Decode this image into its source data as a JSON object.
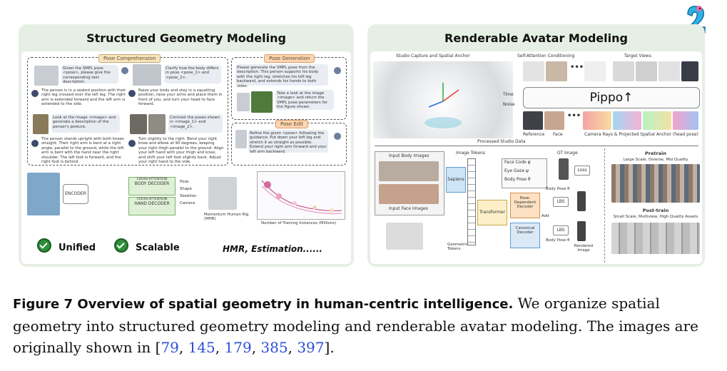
{
  "left_panel": {
    "title": "Structured Geometry Modeling",
    "tags": {
      "comprehension": "Pose Comprehension",
      "generation": "Pose Generation",
      "edit": "Pose Edit"
    },
    "texts": {
      "c1": "Given the SMPL pose <pose>, please give the corresponding text description.",
      "c2": "Clarify how the body differs in pose <pose_1> and <pose_2>.",
      "c3": "The person is in a seated position with their right leg crossed over the left leg. The right arm is extended forward and the left arm is extended to the side.",
      "c4": "Raise your body and stay in a squatting position, raise your arms and place them in front of you, and turn your head to face forward.",
      "c5": "Look at the image <image> and generate a description of the person's posture.",
      "c6": "Contrast the poses shown in <image_1> and <image_2>.",
      "c7": "The person stands upright with both knees straight. Their right arm is bent at a right angle, parallel to the ground, while the left arm is bent with the hand near the right shoulder. The left foot is forward, and the right foot is behind.",
      "c8": "Turn slightly to the right. Bend your right knee and elbow at 90 degrees, keeping your right thigh parallel to the ground. Align your left hand with your thigh and knee, and shift your left foot slightly back. Adjust your right hand to the side.",
      "g1": "Please generate the SMPL pose from the description. This person supports his body with the right leg, stretches his left leg backward, and extends his hands to both sides.",
      "g2": "Take a look at the image <image> and return the SMPL pose parameters for the figure shown.",
      "e1": "Refine the given <pose> following the guidance: Put down your left leg and stretch it as straight as possible. Extend your right arm forward and your left arm backward."
    },
    "pipeline": {
      "encoder": "ENCODER",
      "cross_attention_1": "CROSS-ATTENTION",
      "body_decoder": "BODY DECODER",
      "cross_attention_2": "CROSS-ATTENTION",
      "hand_decoder": "HAND DECODER",
      "outputs": [
        "Pose",
        "Shape",
        "Skeleton",
        "Camera"
      ],
      "rig_caption": "Momentum Human Rig (MHR)",
      "chart_xlabel": "Number of Training Instances (Millions)"
    },
    "badges": {
      "unified": "Unified",
      "scalable": "Scalable",
      "hmr": "HMR, Estimation......"
    }
  },
  "right_panel": {
    "title": "Renderable Avatar Modeling",
    "top_labels": {
      "studio": "Studio Capture and Spatial Anchor",
      "self_attn": "Self-Attention Conditioning",
      "targets": "Target Views"
    },
    "pippo": "Pippo↑",
    "time": "Time",
    "noise": "Noise",
    "bottom_labels": {
      "reference": "Reference",
      "face": "Face",
      "rays": "Camera Rays & Projected Spatial Anchor (head pose)",
      "studio_data": "Processed Studio Data"
    },
    "pipeline": {
      "input_body": "Input Body Images",
      "input_face": "Input Face Images",
      "image_tokens": "Image Tokens",
      "sapiens": "Sapiens",
      "face_code": "Face Code φ",
      "eye_gaze": "Eye Gaze ψ",
      "body_pose": "Body Pose θ",
      "gt_image": "GT Image",
      "loss": "Loss",
      "pose_dependent": "Pose-Dependent Decoder",
      "canonical": "Canonical Decoder",
      "transformer": "Transformer",
      "geometric_tokens": "Geometric Tokens",
      "add": "Add",
      "lbs": "LBS",
      "body_pose_a": "Body Pose θ",
      "body_pose_b": "Body Pose θ",
      "rendered": "Rendered Image"
    },
    "pretrain": {
      "title": "Pretrain",
      "sub": "Large Scale, Diverse, Mid Quality"
    },
    "posttrain": {
      "title": "Post-train",
      "sub": "Small Scale, Multiview, High Quality Assets"
    }
  },
  "caption": {
    "label": "Figure 7",
    "bold": "Overview of spatial geometry in human-centric intelligence.",
    "text1": " We organize spatial geometry into structured geometry modeling and renderable avatar modeling. The images are originally shown in [",
    "cites": [
      "79",
      "145",
      "179",
      "385",
      "397"
    ],
    "text2": "]."
  },
  "colors": {
    "panel_bg": "#e6efe4",
    "citation": "#2a4fd6",
    "accent_blue": "#1e6fd9"
  }
}
